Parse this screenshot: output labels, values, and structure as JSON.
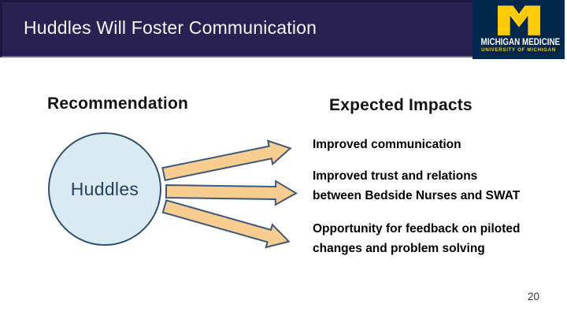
{
  "slide": {
    "title": "Huddles Will Foster Communication",
    "page_number": "20"
  },
  "logo": {
    "org": "MICHIGAN MEDICINE",
    "sub": "UNIVERSITY OF MICHIGAN",
    "colors": {
      "navy": "#00274C",
      "maize": "#FFCB05"
    }
  },
  "columns": {
    "left_heading": "Recommendation",
    "right_heading": "Expected Impacts"
  },
  "diagram": {
    "node_label": "Huddles",
    "arrow_count": 3,
    "impacts": [
      {
        "lines": [
          "Improved communication"
        ]
      },
      {
        "lines": [
          "Improved trust and relations",
          "between Bedside Nurses and SWAT"
        ]
      },
      {
        "lines": [
          "Opportunity for feedback on piloted",
          "changes and problem solving"
        ]
      }
    ],
    "colors": {
      "circle_fill": "#DAEAF3",
      "circle_border": "#2E506F",
      "arrow_fill": "#F9CD8F",
      "arrow_border": "#3D5A7E"
    }
  },
  "theme": {
    "header_bg": "#2A2153",
    "header_text": "#FFFFFF",
    "body_bg": "#FFFFFF"
  }
}
